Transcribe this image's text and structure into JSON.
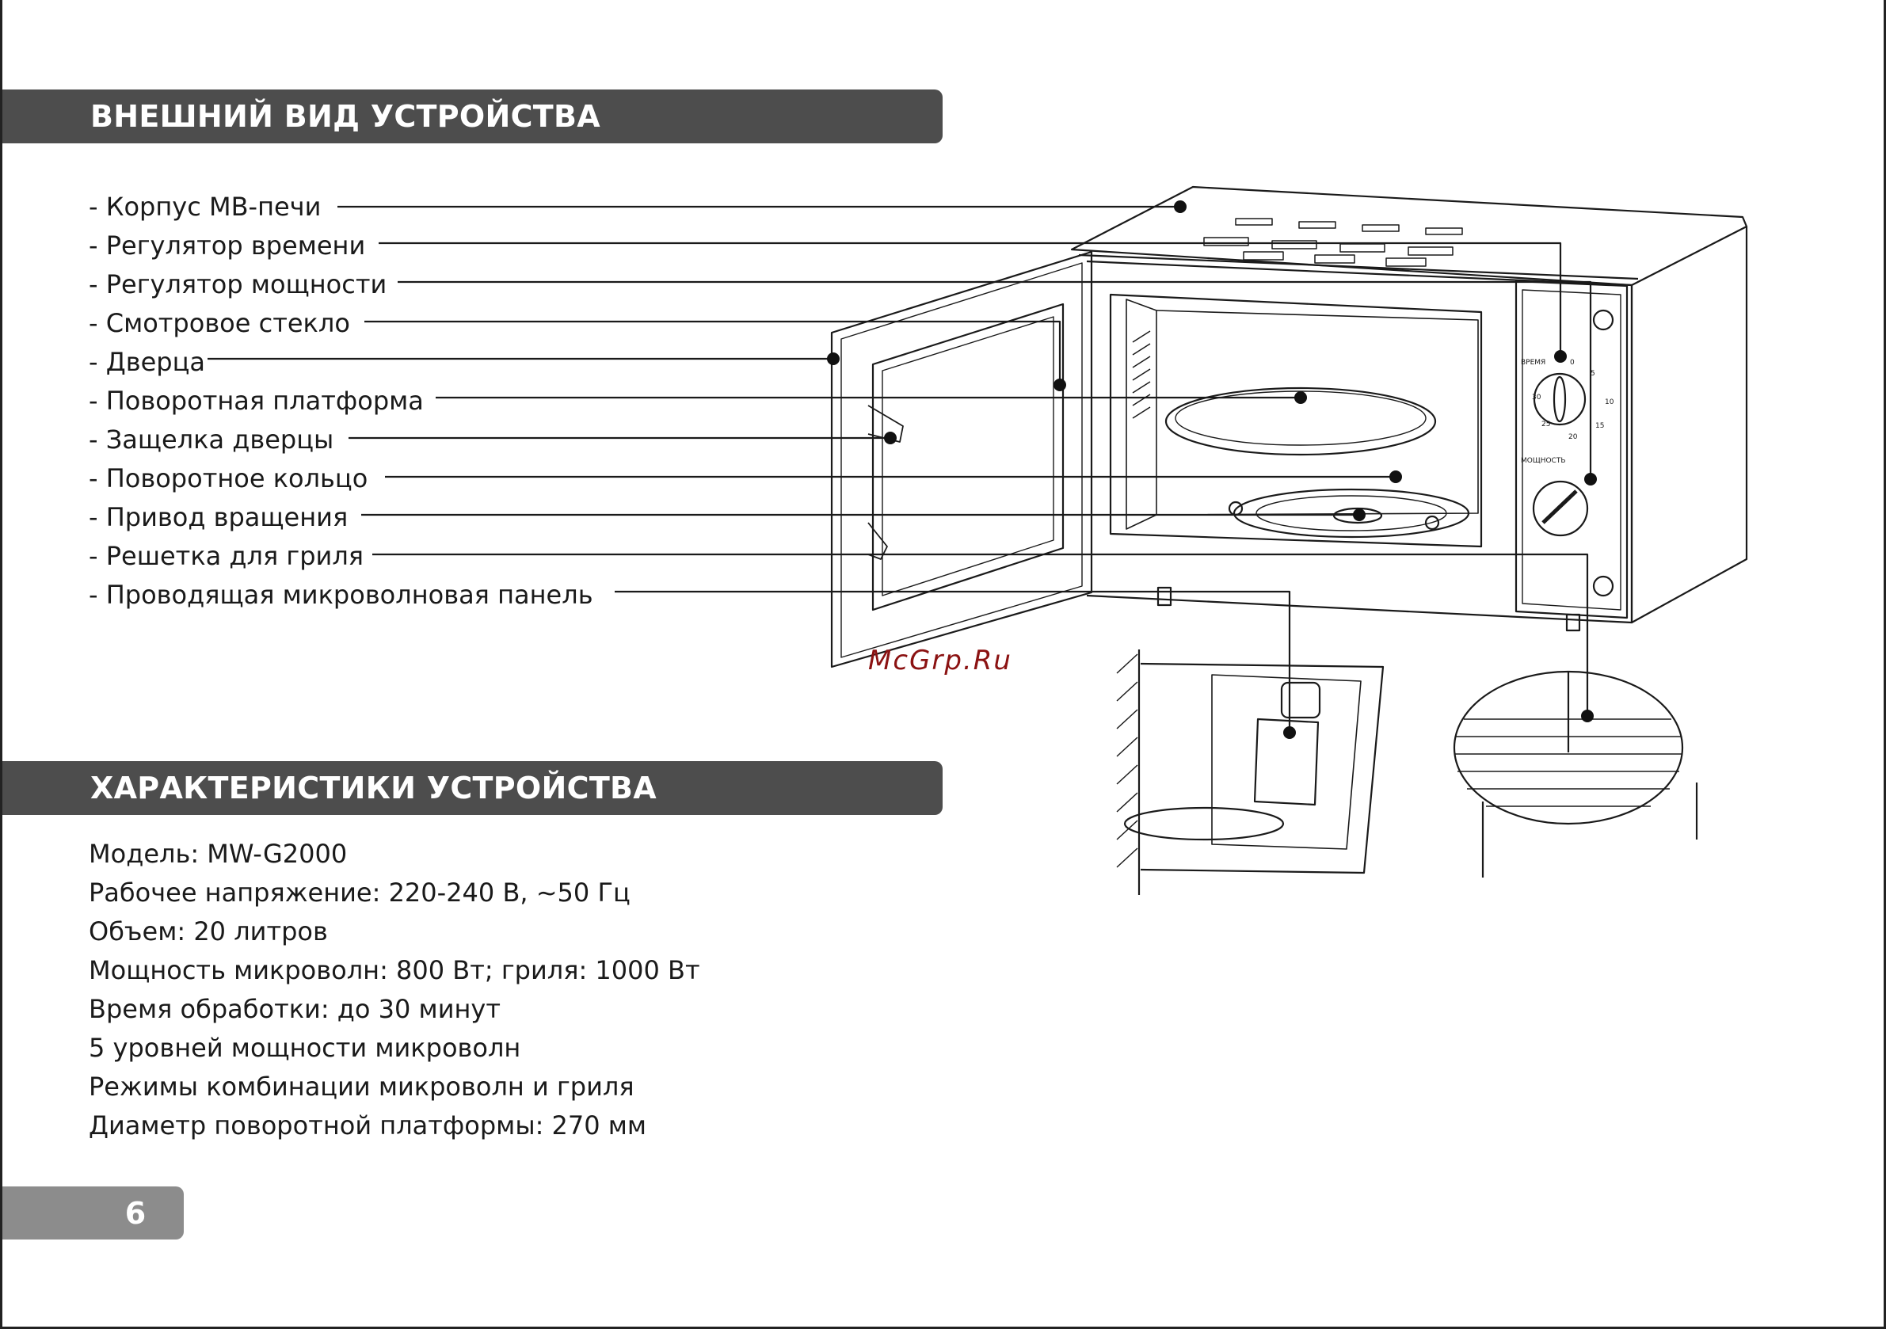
{
  "sections": {
    "appearance_title": "ВНЕШНИЙ ВИД  УСТРОЙСТВА",
    "specs_title": "ХАРАКТЕРИСТИКИ УСТРОЙСТВА"
  },
  "parts": [
    "- Корпус МВ-печи",
    "- Регулятор времени",
    "- Регулятор мощности",
    "- Смотровое стекло",
    "- Дверца",
    "- Поворотная платформа",
    "- Защелка дверцы",
    "- Поворотное кольцо",
    "- Привод вращения",
    "- Решетка для гриля",
    "- Проводящая микроволновая панель"
  ],
  "specs": [
    "Модель: MW-G2000",
    "Рабочее напряжение: 220-240 В, ~50 Гц",
    "Объем: 20 литров",
    "Мощность микроволн: 800 Вт; гриля: 1000 Вт",
    "Время обработки: до 30 минут",
    "5 уровней мощности микроволн",
    "Режимы комбинации микроволн и гриля",
    "Диаметр поворотной платформы: 270 мм"
  ],
  "panel": {
    "time_label": "ВРЕМЯ",
    "power_label": "МОЩНОСТЬ",
    "time_marks": [
      "0",
      "5",
      "10",
      "15",
      "20",
      "25",
      "30"
    ]
  },
  "watermark": "McGrp.Ru",
  "page_number": "6"
}
